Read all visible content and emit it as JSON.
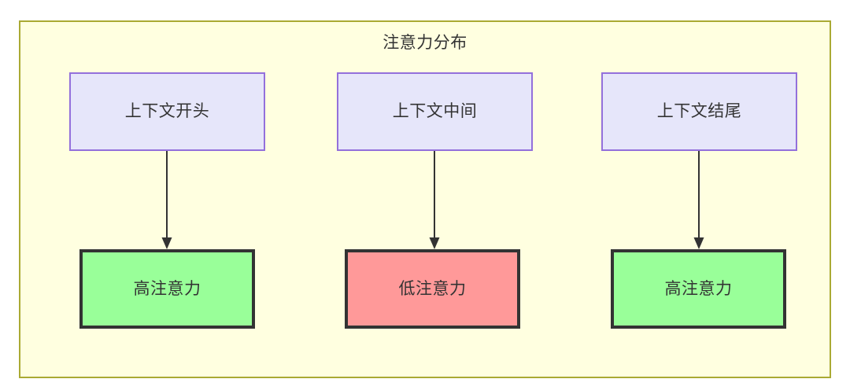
{
  "diagram": {
    "title": "注意力分布",
    "container": {
      "fill": "#ffffe0",
      "stroke": "#aaaa33"
    },
    "context_nodes": [
      {
        "label": "上下文开头",
        "fill": "#e6e6fa",
        "stroke": "#9370db"
      },
      {
        "label": "上下文中间",
        "fill": "#e6e6fa",
        "stroke": "#9370db"
      },
      {
        "label": "上下文结尾",
        "fill": "#e6e6fa",
        "stroke": "#9370db"
      }
    ],
    "attention_nodes": [
      {
        "label": "高注意力",
        "fill": "#99ff99",
        "stroke": "#333333"
      },
      {
        "label": "低注意力",
        "fill": "#ff9999",
        "stroke": "#333333"
      },
      {
        "label": "高注意力",
        "fill": "#99ff99",
        "stroke": "#333333"
      }
    ],
    "edges": [
      {
        "from": "上下文开头",
        "to": "高注意力",
        "label": ""
      },
      {
        "from": "上下文中间",
        "to": "低注意力",
        "label": ""
      },
      {
        "from": "上下文结尾",
        "to": "高注意力",
        "label": ""
      }
    ],
    "edge_color": "#333333",
    "text_color": "#333333"
  }
}
